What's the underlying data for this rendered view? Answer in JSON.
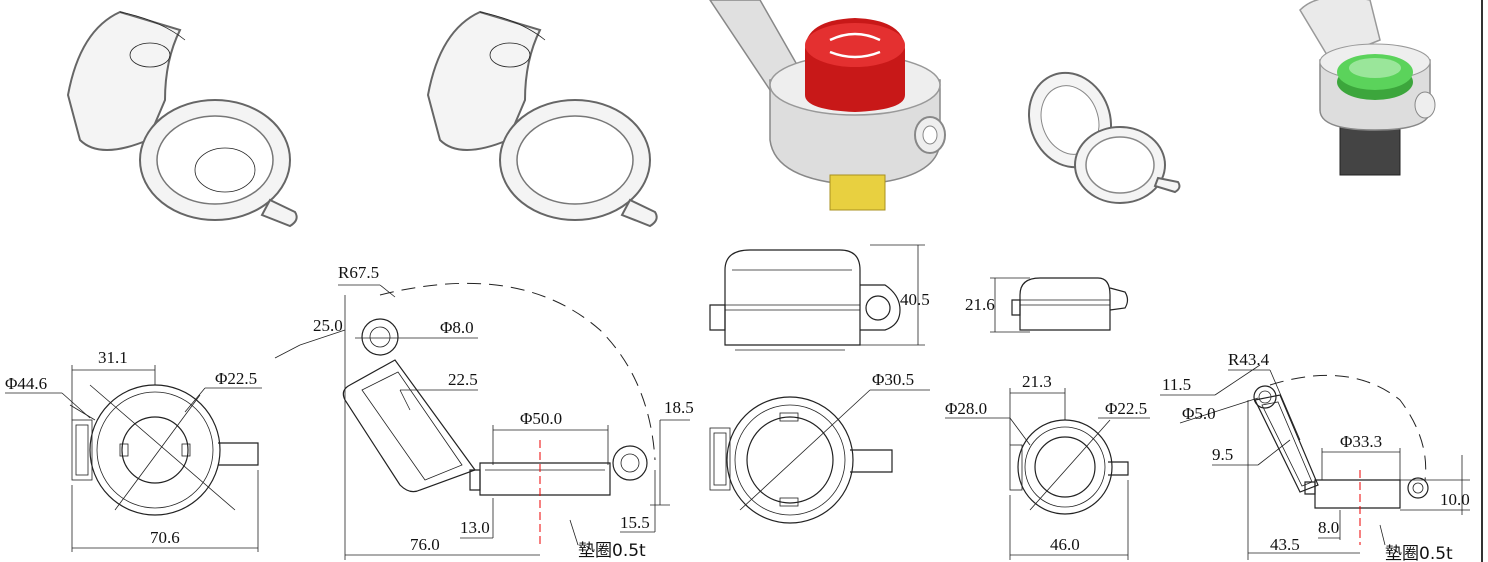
{
  "colors": {
    "mushroom_red": "#d42020",
    "lamp_green": "#5bd35b",
    "base_yellow": "#e8d040",
    "cover_grey": "#f2f2f2"
  },
  "views": {
    "v1": {
      "d_outer": "Φ44.6",
      "d_inner": "Φ22.5",
      "w_top": "31.1",
      "w_bottom": "70.6"
    },
    "v2": {
      "radius": "R67.5",
      "a": "25.0",
      "pin": "Φ8.0",
      "b": "22.5",
      "d_base": "Φ50.0",
      "h1": "18.5",
      "h2": "15.5",
      "h3": "13.0",
      "w": "76.0",
      "washer": "墊圈0.5t"
    },
    "v3": {
      "height": "40.5",
      "d_inner": "Φ30.5"
    },
    "v4": {
      "height": "21.6",
      "d_outer": "Φ28.0",
      "d_inner": "Φ22.5",
      "w_top": "21.3",
      "w_bottom": "46.0"
    },
    "v5": {
      "radius": "R43.4",
      "a": "11.5",
      "pin": "Φ5.0",
      "b": "9.5",
      "d_base": "Φ33.3",
      "h": "10.0",
      "h2": "8.0",
      "w": "43.5",
      "washer": "墊圈0.5t"
    }
  }
}
